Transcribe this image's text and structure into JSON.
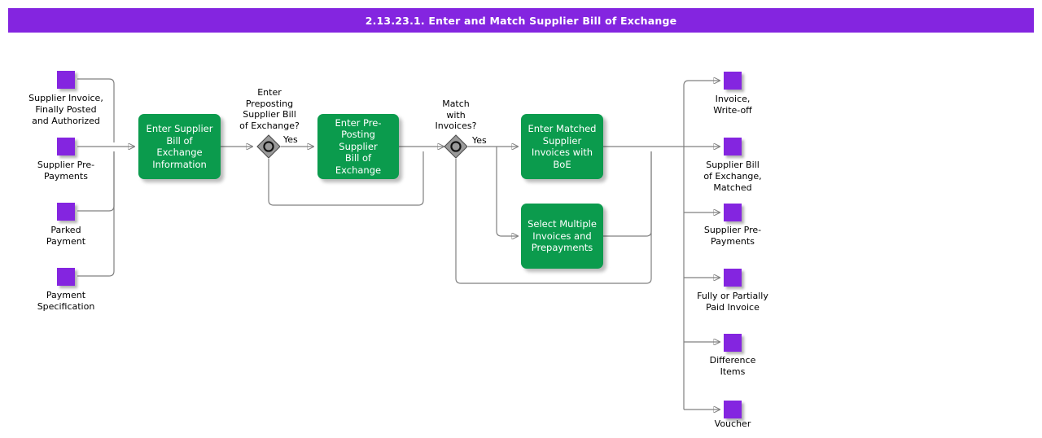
{
  "header": {
    "title": "2.13.23.1. Enter and Match Supplier Bill of Exchange"
  },
  "colors": {
    "header_purple": "#8425e0",
    "data_object_purple": "#8425e0",
    "task_green": "#0b9b4d",
    "task_text": "#ffffff",
    "connector_gray": "#808080",
    "gateway_gray": "#9a9a9a",
    "label_text": "#000000",
    "canvas_background": "#ffffff"
  },
  "inputs": [
    {
      "name": "supplier-invoice-finally-posted-and-authorized",
      "label": "Supplier Invoice,\nFinally Posted\nand Authorized"
    },
    {
      "name": "supplier-pre-payments",
      "label": "Supplier Pre-\nPayments"
    },
    {
      "name": "parked-payment",
      "label": "Parked\nPayment"
    },
    {
      "name": "payment-specification",
      "label": "Payment\nSpecification"
    }
  ],
  "tasks": [
    {
      "name": "enter-supplier-bill-of-exchange-information",
      "label": "Enter Supplier\nBill of Exchange\nInformation"
    },
    {
      "name": "enter-pre-posting-supplier-bill-of-exchange",
      "label": "Enter Pre-\nPosting Supplier\nBill of Exchange"
    },
    {
      "name": "enter-matched-supplier-invoices-with-boe",
      "label": "Enter Matched\nSupplier\nInvoices with\nBoE"
    },
    {
      "name": "select-multiple-invoices-and-prepayments",
      "label": "Select Multiple\nInvoices and\nPrepayments"
    }
  ],
  "gateways": [
    {
      "name": "enter-preposting-supplier-bill-of-exchange",
      "label": "Enter\nPreposting\nSupplier Bill\nof Exchange?",
      "branch_label": "Yes"
    },
    {
      "name": "match-with-invoices",
      "label": "Match\nwith\nInvoices?",
      "branch_label": "Yes"
    }
  ],
  "outputs": [
    {
      "name": "invoice-write-off",
      "label": "Invoice,\nWrite-off"
    },
    {
      "name": "supplier-bill-of-exchange-matched",
      "label": "Supplier Bill\nof Exchange,\nMatched"
    },
    {
      "name": "supplier-pre-payments",
      "label": "Supplier Pre-\nPayments"
    },
    {
      "name": "fully-or-partially-paid-invoice",
      "label": "Fully or Partially\nPaid Invoice"
    },
    {
      "name": "difference-items",
      "label": "Difference\nItems"
    },
    {
      "name": "voucher",
      "label": "Voucher"
    }
  ]
}
